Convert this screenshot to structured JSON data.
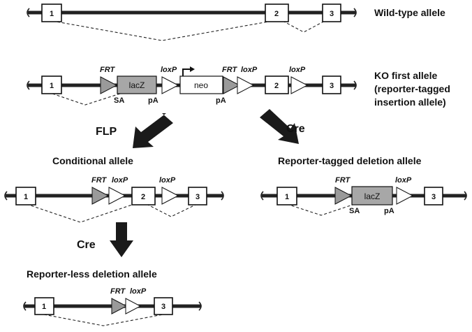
{
  "allele_labels": {
    "wild_type": "Wild-type allele",
    "ko_first_1": "KO first allele",
    "ko_first_2": "(reporter-tagged",
    "ko_first_3": "insertion allele)",
    "conditional": "Conditional allele",
    "reporter_tagged_deletion": "Reporter-tagged deletion allele",
    "reporter_less_deletion": "Reporter-less deletion allele"
  },
  "exons": {
    "e1": "1",
    "e2": "2",
    "e3": "3"
  },
  "elements": {
    "frt": "FRT",
    "loxp": "loxP",
    "lacz": "lacZ",
    "neo": "neo",
    "sa": "SA",
    "pa": "pA"
  },
  "recombinases": {
    "flp": "FLP",
    "cre_right": "Cre",
    "cre_down": "Cre"
  },
  "colors": {
    "line": "#222222",
    "frt_fill": "#9a9a9a",
    "lacz_fill": "#a7a7a7",
    "arrow": "#1a1a1a"
  }
}
